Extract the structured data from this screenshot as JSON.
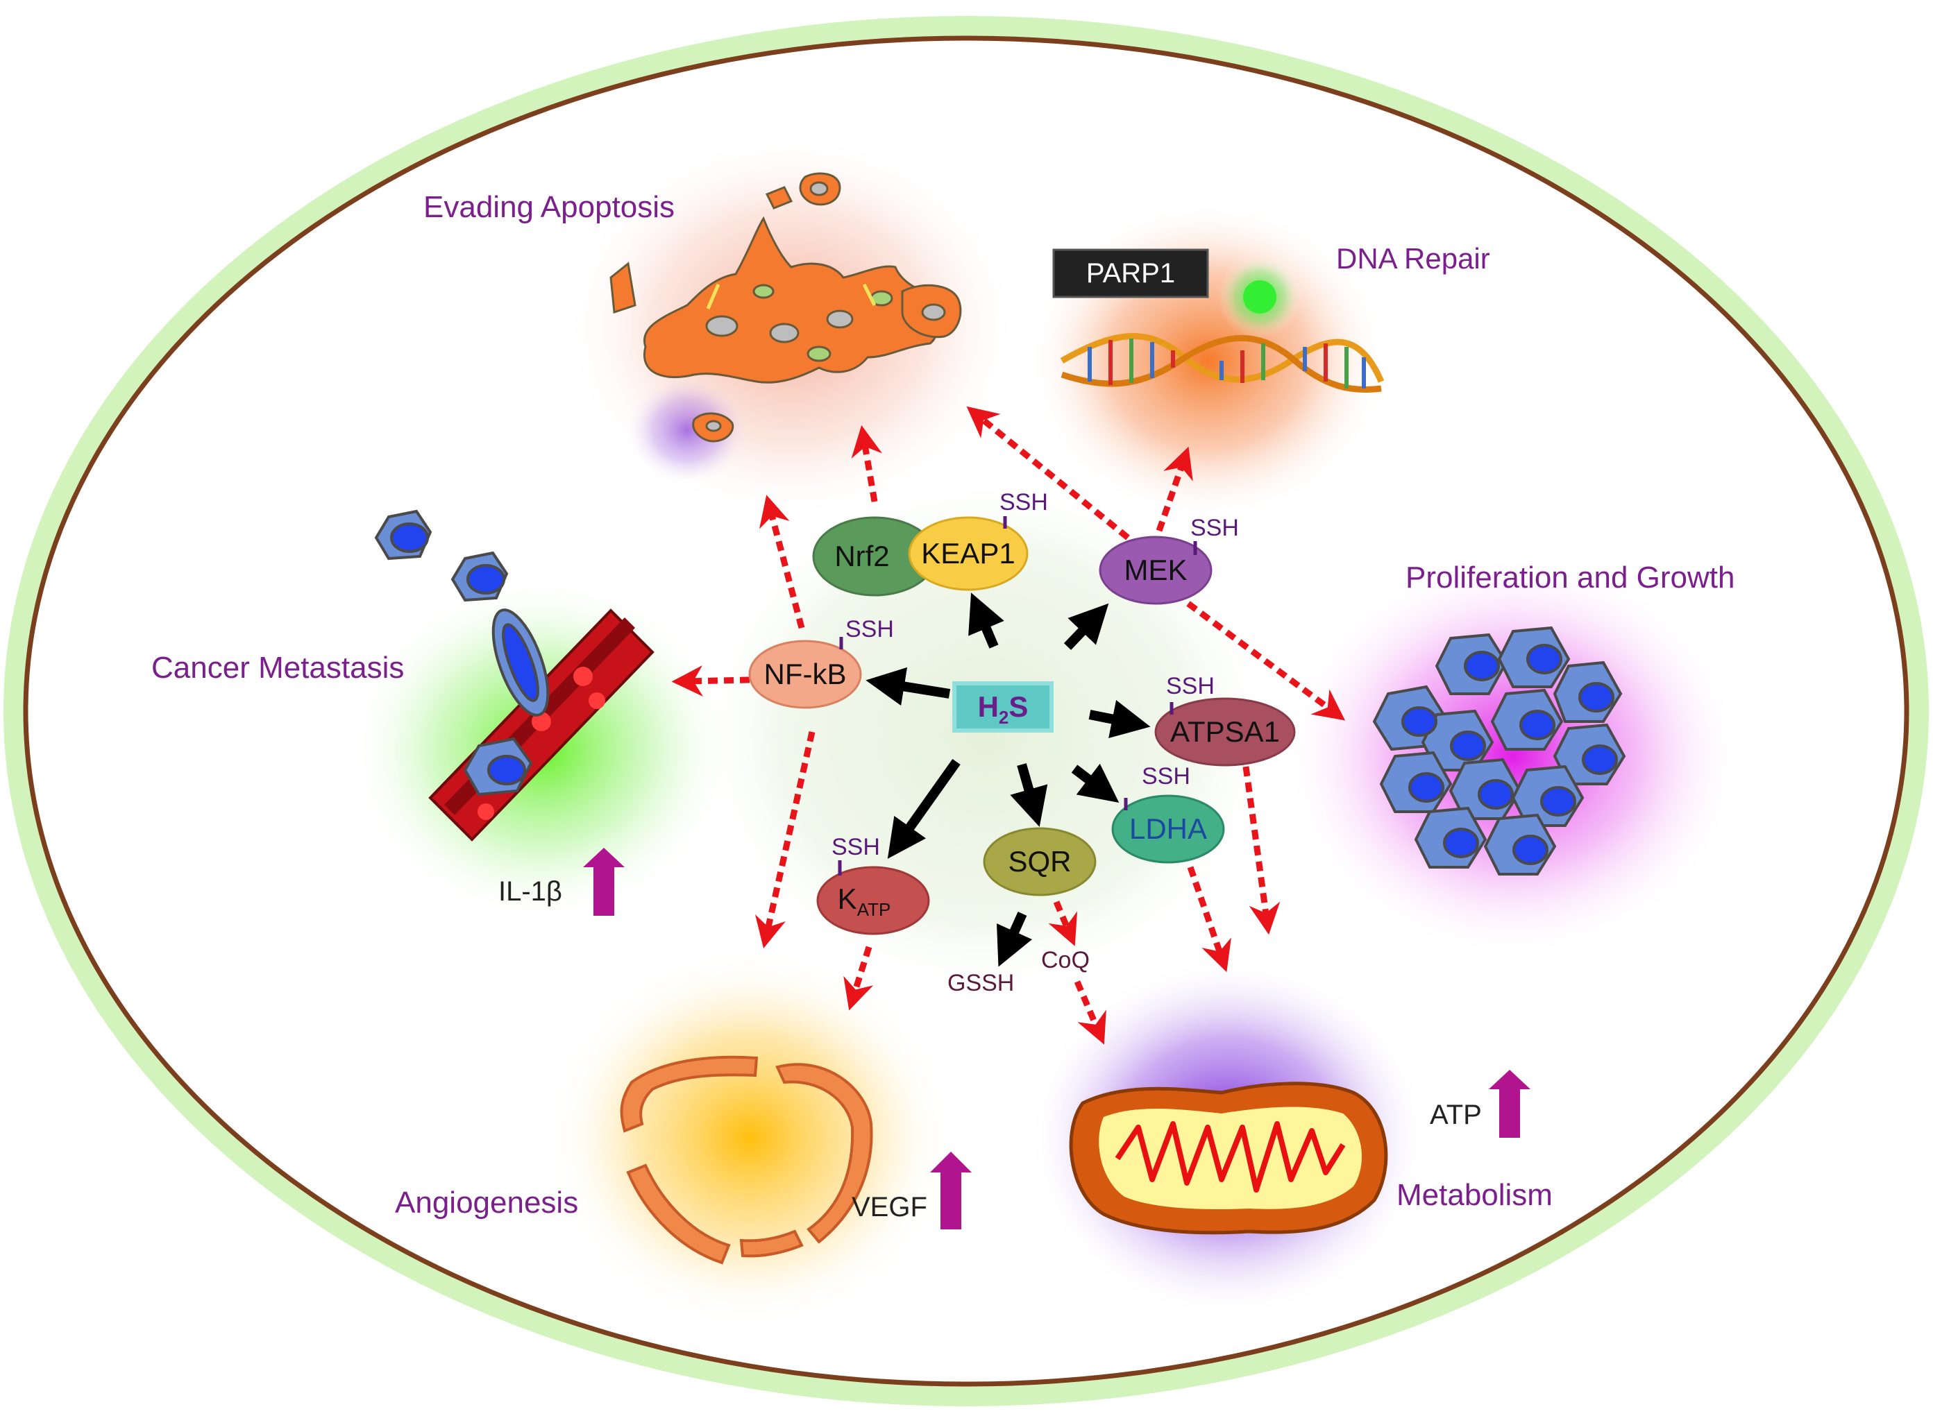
{
  "center": {
    "label_main": "H",
    "label_sub": "2",
    "label_tail": "S"
  },
  "nodes": {
    "nrf2": "Nrf2",
    "keap1": "KEAP1",
    "mek": "MEK",
    "nfkb": "NF-kB",
    "atpsa1": "ATPSA1",
    "ldha": "LDHA",
    "sqr": "SQR",
    "katp_main": "K",
    "katp_sub": "ATP"
  },
  "ssh_label": "SSH",
  "products": {
    "gssh": "GSSH",
    "coq": "CoQ"
  },
  "outcomes": {
    "evading_apoptosis": "Evading  Apoptosis",
    "dna_repair": "DNA Repair",
    "parp1": "PARP1",
    "proliferation": "Proliferation and Growth",
    "metastasis": "Cancer Metastasis",
    "angiogenesis": "Angiogenesis",
    "metabolism": "Metabolism"
  },
  "markers": {
    "il1b": "IL-1β",
    "vegf": "VEGF",
    "atp": "ATP"
  },
  "icons": [
    "up-arrow-icon",
    "dna-icon",
    "cancer-cell-icon",
    "blood-vessel-icon",
    "mitochondrion-icon",
    "apoptotic-cell-icon"
  ],
  "colors": {
    "cell_border": "#7b3f1d",
    "label_purple": "#7a1f8c",
    "dash_arrow": "#e8141a",
    "solid_arrow": "#000000",
    "up_arrow": "#b0158f"
  }
}
